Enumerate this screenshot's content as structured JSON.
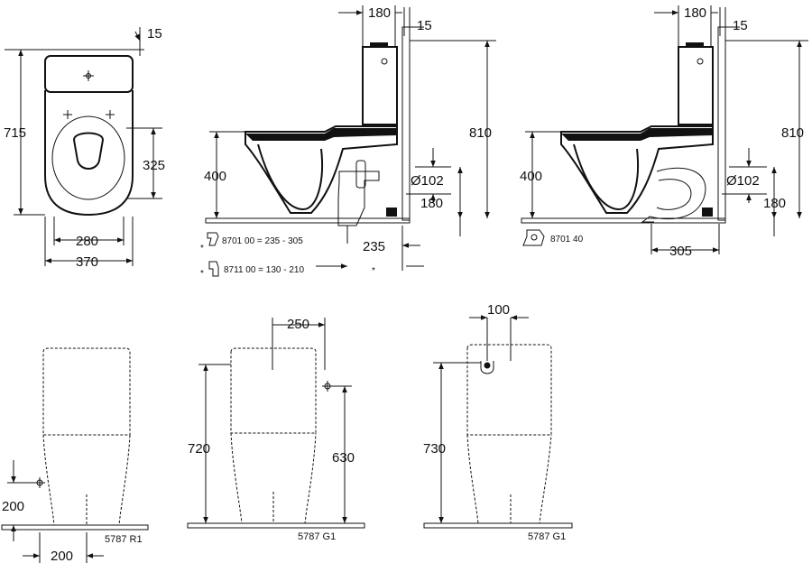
{
  "views": {
    "top": {
      "dim_width": "370",
      "dim_seat": "280",
      "dim_length": "715",
      "dim_bowl": "325",
      "dim_wall_gap": "15"
    },
    "side_a": {
      "dim_top": "180",
      "dim_wall": "15",
      "dim_height": "810",
      "dim_bowl": "400",
      "dim_pipe": "Ø102",
      "dim_pipe_h": "180",
      "dim_offset": "235",
      "star": "*",
      "note_1": "8701 00  = 235 -  305",
      "note_2": "8711 00 = 130 - 210"
    },
    "side_b": {
      "dim_top": "180",
      "dim_wall": "15",
      "dim_height": "810",
      "dim_bowl": "400",
      "dim_pipe": "Ø102",
      "dim_pipe_h": "180",
      "dim_offset": "305",
      "note_1": "8701 40"
    },
    "front_r1": {
      "dim_h": "200",
      "dim_w": "200",
      "code": "5787 R1"
    },
    "front_g1a": {
      "dim_top": "250",
      "dim_total": "720",
      "dim_inlet": "630",
      "code": "5787 G1"
    },
    "front_g1b": {
      "dim_top": "100",
      "dim_total": "730",
      "code": "5787 G1"
    }
  }
}
